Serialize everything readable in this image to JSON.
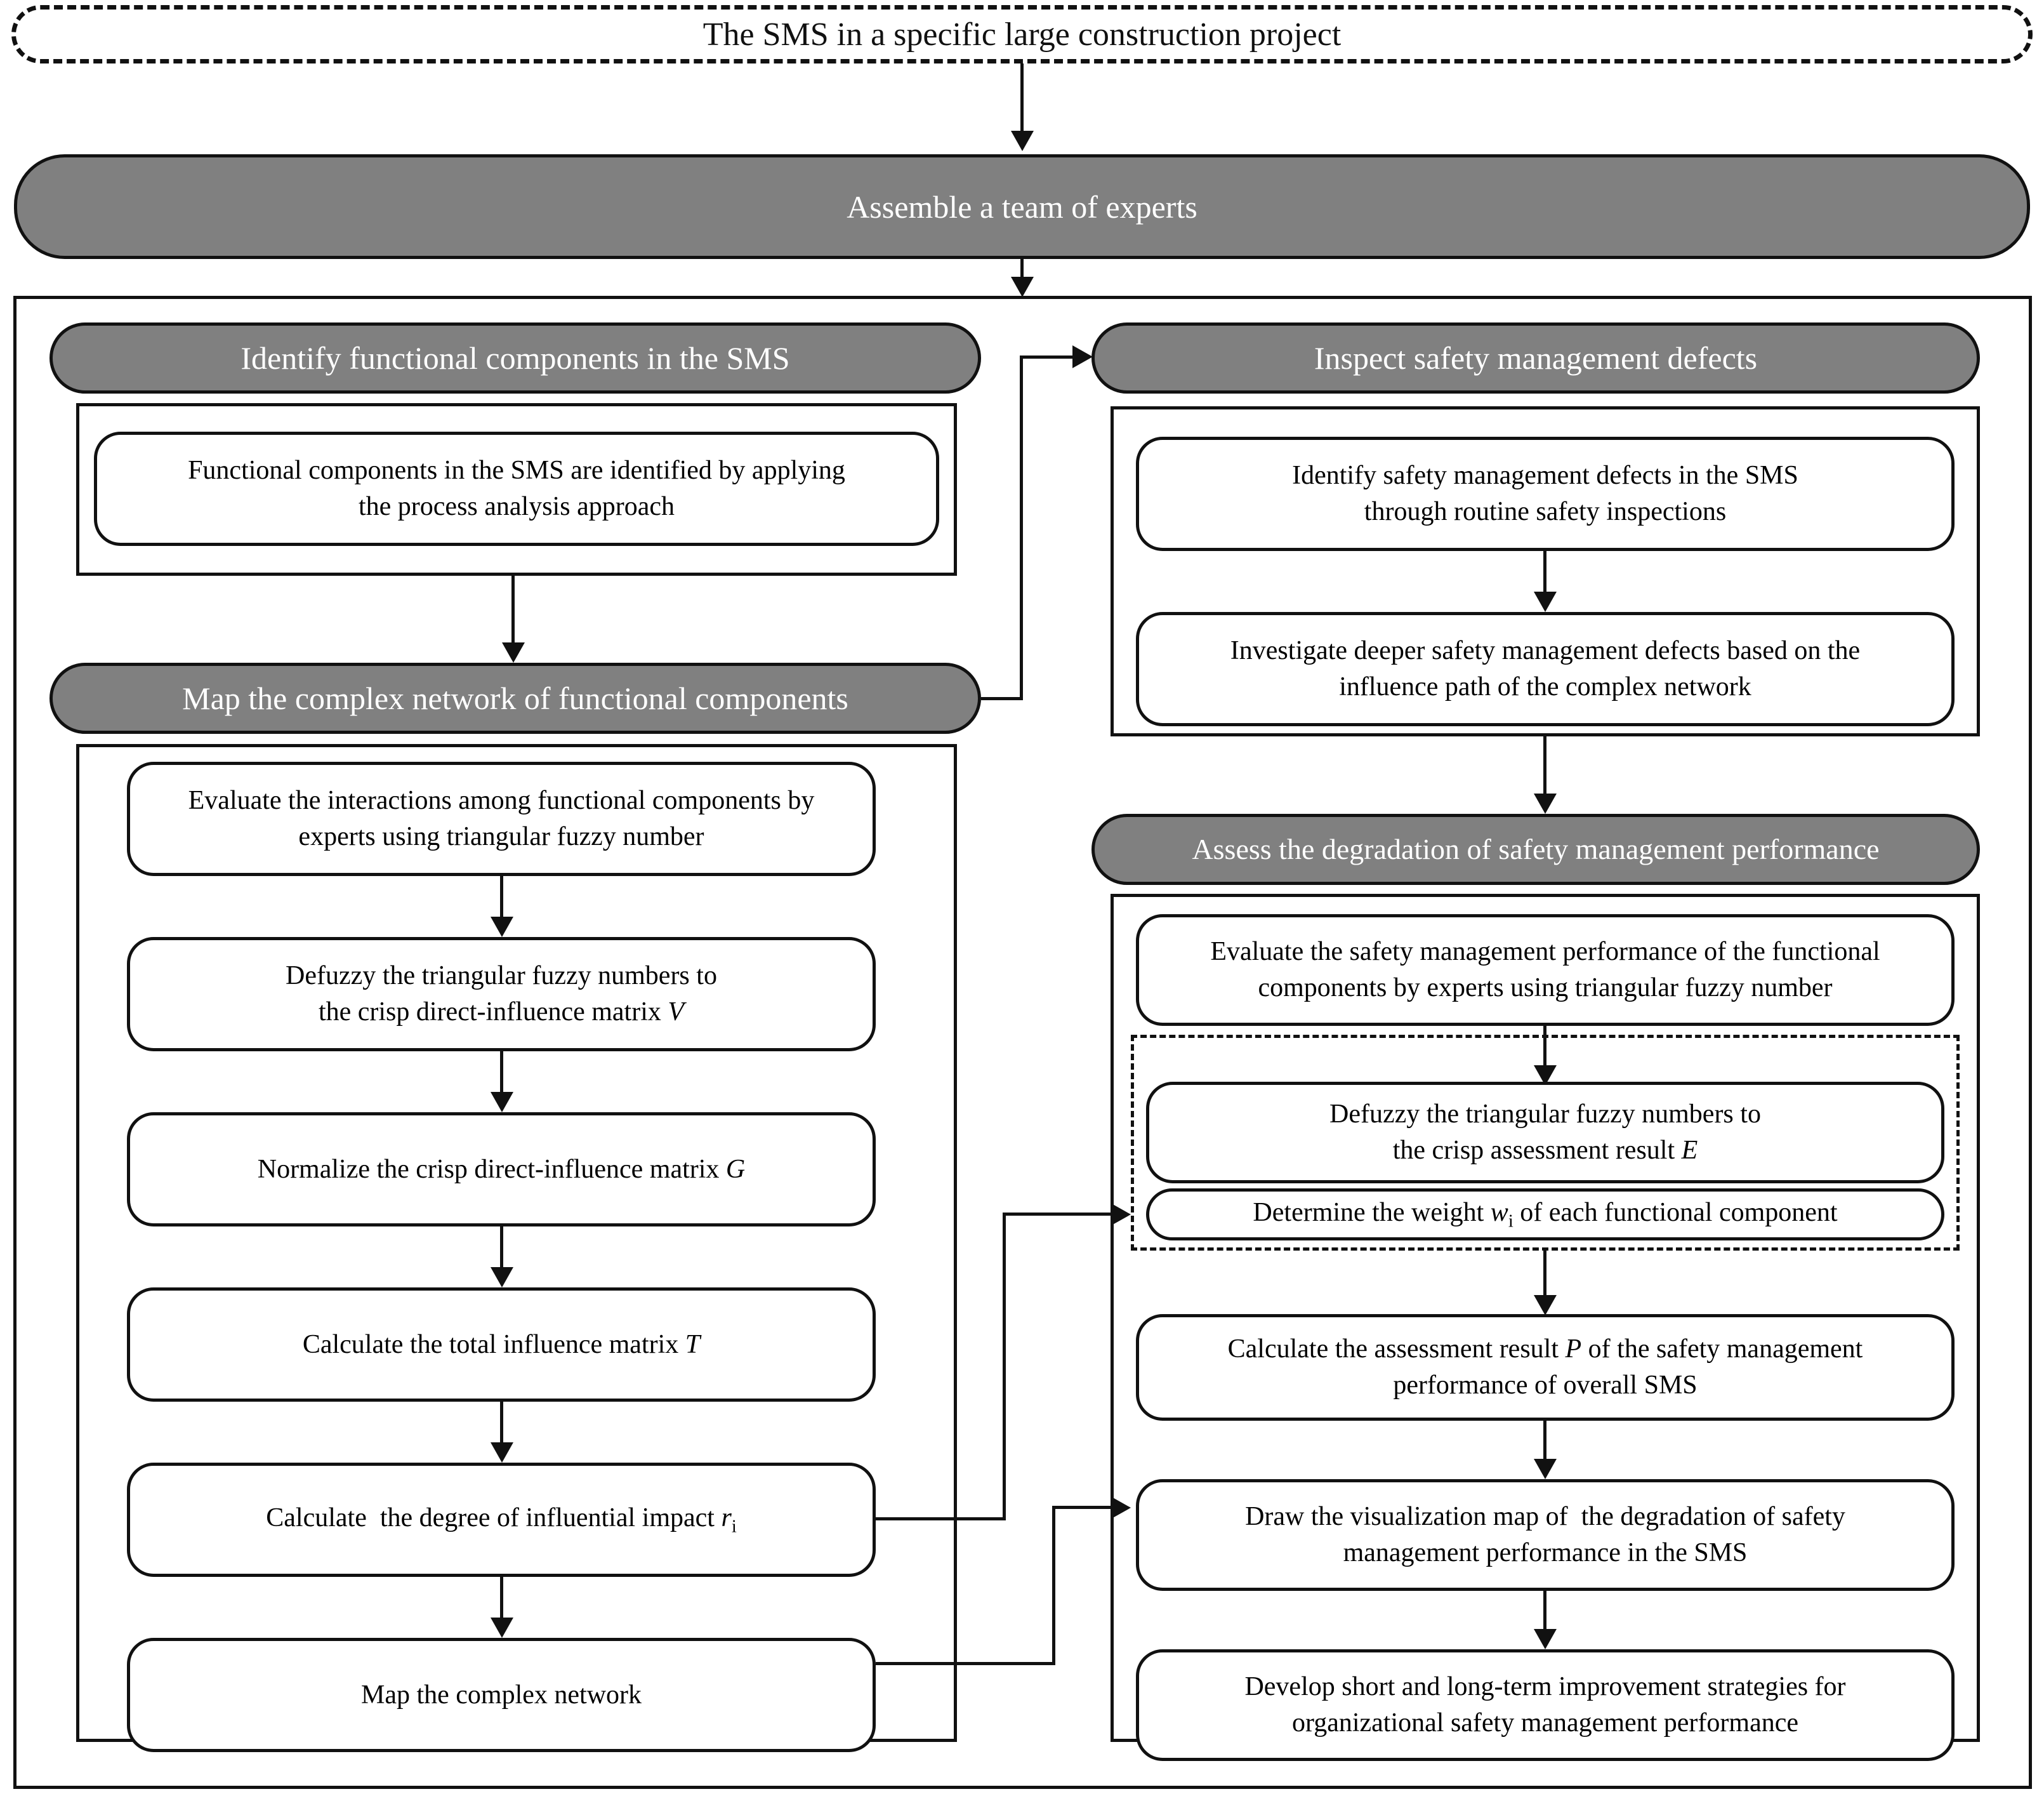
{
  "diagram": {
    "title": "The SMS in a specific large construction project",
    "colors": {
      "header_fill": "#808080",
      "header_text": "#ffffff",
      "line": "#111111",
      "box_fill": "#ffffff"
    },
    "source_node": {
      "label": "The SMS in a specific large construction project",
      "style": "dashed-stadium"
    },
    "assemble_step": {
      "label": "Assemble a team of experts",
      "style": "gray-stadium"
    },
    "stages": {
      "identify": {
        "header": "Identify functional components in the SMS",
        "steps": [
          "Functional components in the SMS are identified by applying the process analysis approach"
        ]
      },
      "map_network": {
        "header": "Map the complex network of functional components",
        "steps": [
          "Evaluate the interactions among functional components by experts using triangular fuzzy number",
          "Defuzzy the triangular fuzzy numbers to the crisp direct-influence matrix V",
          "Normalize the crisp direct-influence matrix G",
          "Calculate the total influence matrix T",
          "Calculate  the degree of influential impact ri",
          "Map the complex network"
        ]
      },
      "inspect": {
        "header": "Inspect safety management defects",
        "steps": [
          "Identify safety management defects in the SMS through routine safety inspections",
          "Investigate deeper safety management defects based on the influence path of the complex network"
        ]
      },
      "assess": {
        "header": "Assess the degradation of safety management performance",
        "steps": [
          "Evaluate the safety management performance of the functional components by experts using triangular fuzzy number",
          "Defuzzy the triangular fuzzy numbers to the crisp assessment result E",
          "Determine the weight wi of each functional component",
          "Calculate the assessment result P of the safety management performance of overall SMS",
          "Draw the visualization map of  the degradation of safety management performance in the SMS",
          "Develop short and long-term improvement strategies for organizational safety management performance"
        ]
      }
    }
  }
}
